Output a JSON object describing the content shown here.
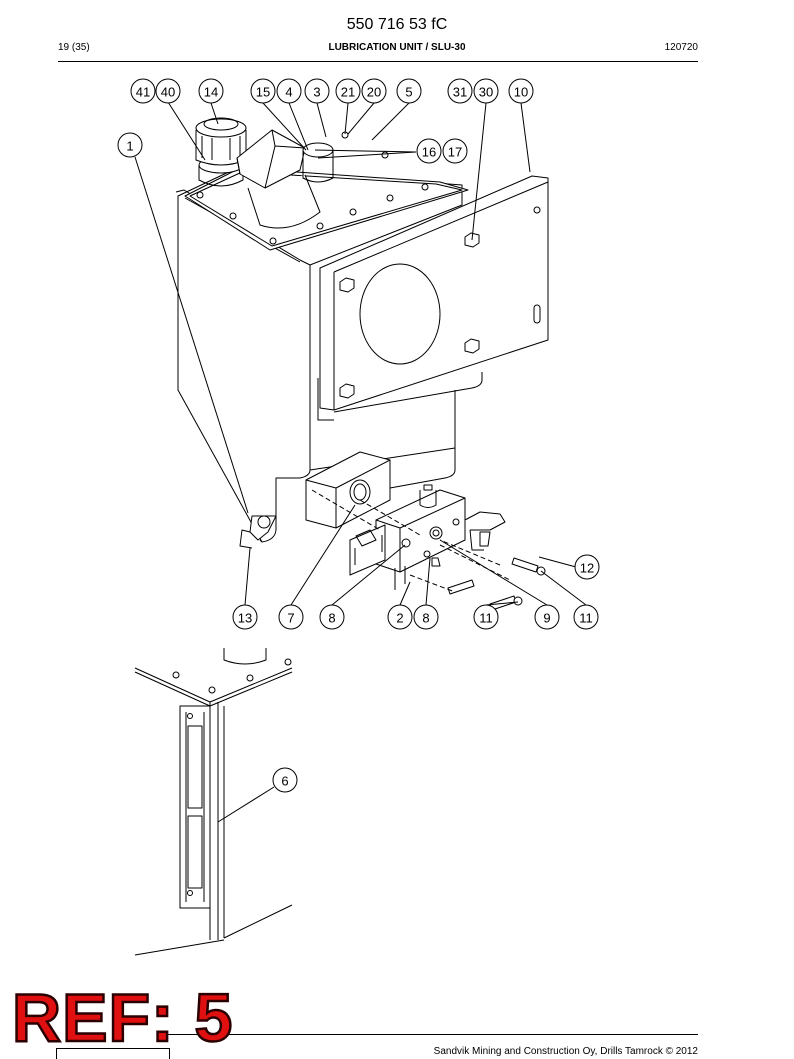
{
  "header": {
    "document_number": "550 716 53 fC",
    "page": "19 (35)",
    "title": "LUBRICATION UNIT / SLU-30",
    "date_code": "120720"
  },
  "footer": {
    "copyright": "Sandvik Mining and Construction Oy, Drills Tamrock © 2012"
  },
  "stamp": {
    "text": "REF: 5",
    "color": "#e01010"
  },
  "callouts": {
    "c41": "41",
    "c40": "40",
    "c14": "14",
    "c15": "15",
    "c4": "4",
    "c3": "3",
    "c21": "21",
    "c20": "20",
    "c5": "5",
    "c31": "31",
    "c30": "30",
    "c10": "10",
    "c1": "1",
    "c16": "16",
    "c17": "17",
    "c12": "12",
    "c13": "13",
    "c7": "7",
    "c8a": "8",
    "c2": "2",
    "c8b": "8",
    "c11a": "11",
    "c9": "9",
    "c11b": "11",
    "c6": "6"
  }
}
